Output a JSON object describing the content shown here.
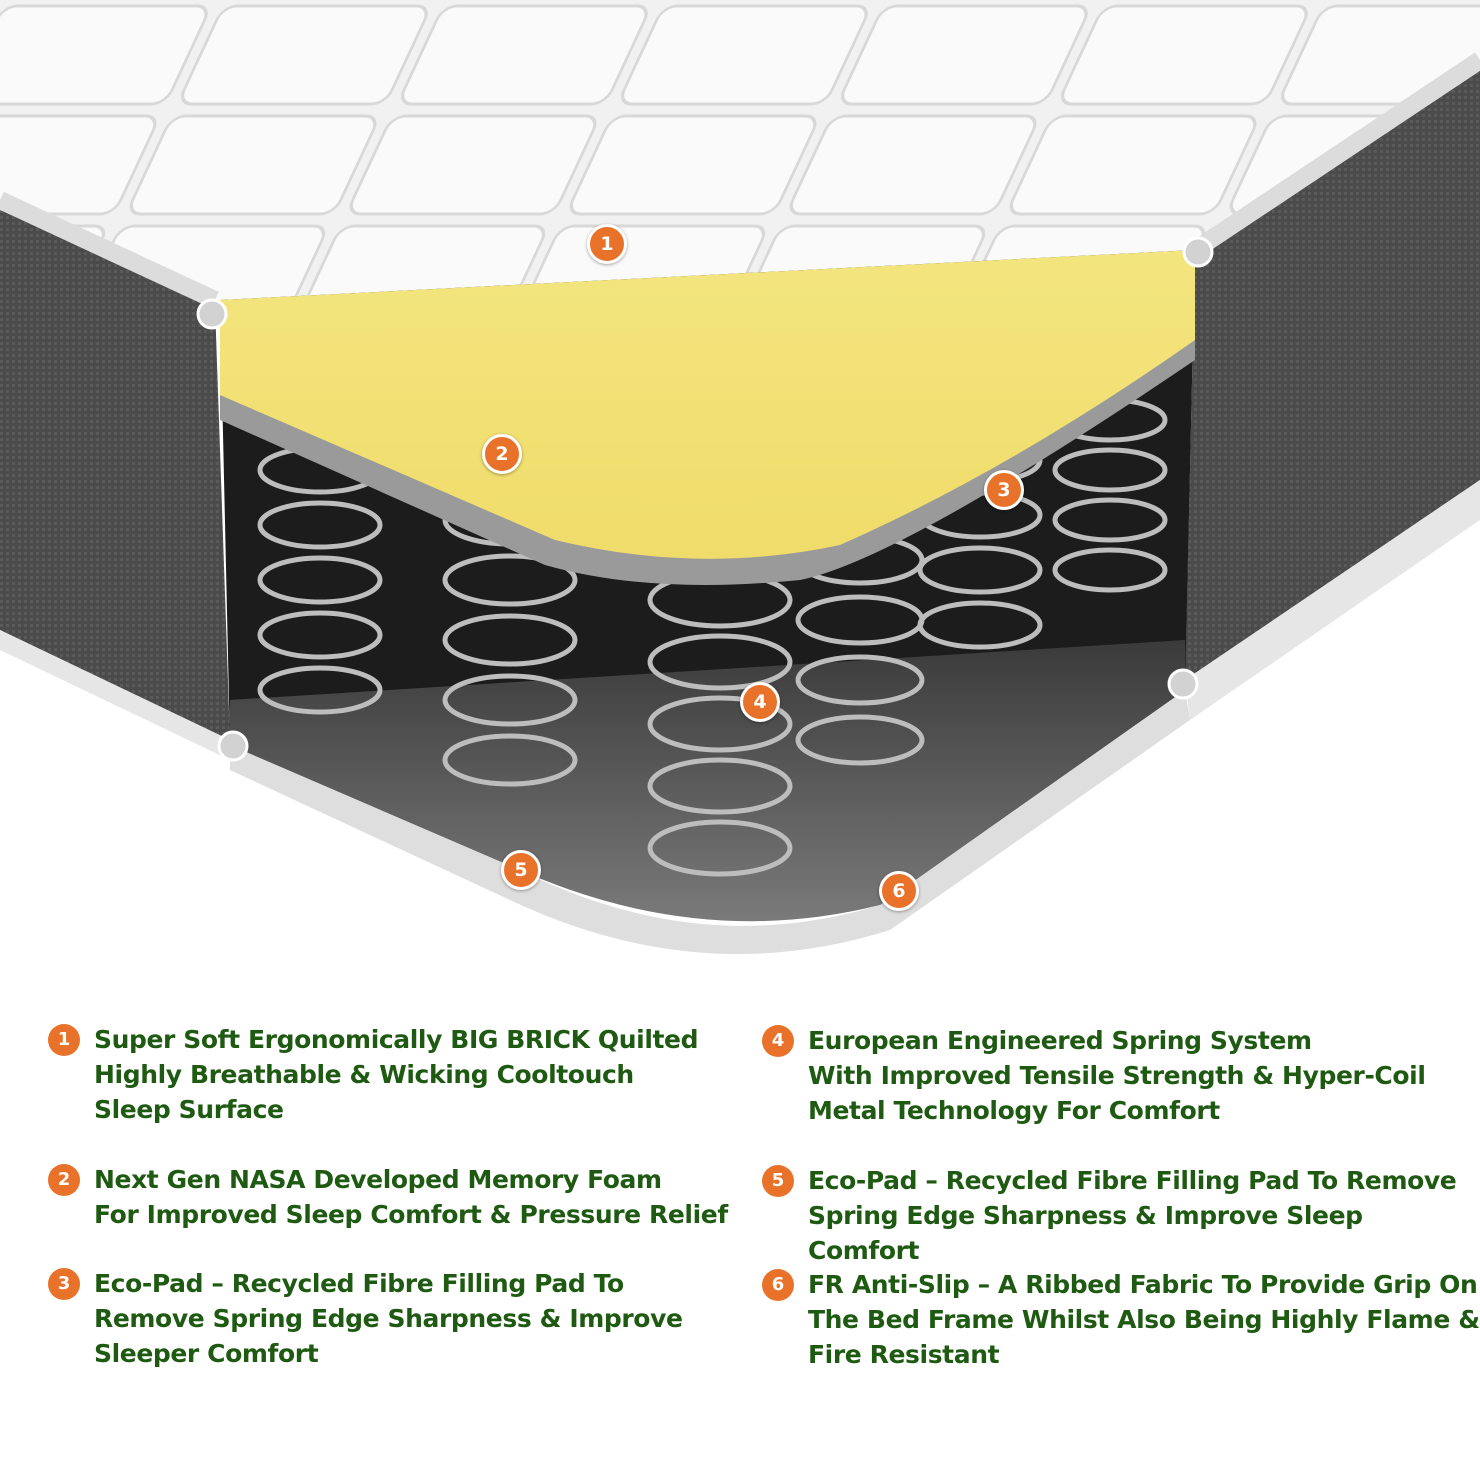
{
  "colors": {
    "badge": "#e9722a",
    "text": "#1f5a12",
    "memory_foam": "#f3e37a",
    "side_fabric": "#4a4a4a",
    "eco_pad": "#6f6f6f"
  },
  "markers": [
    "1",
    "2",
    "3",
    "4",
    "5",
    "6"
  ],
  "features": [
    {
      "num": "1",
      "lines": [
        "Super Soft Ergonomically BIG BRICK Quilted",
        "Highly Breathable & Wicking Cooltouch",
        "Sleep Surface"
      ]
    },
    {
      "num": "2",
      "lines": [
        "Next Gen NASA Developed Memory Foam",
        "For Improved Sleep Comfort & Pressure Relief"
      ]
    },
    {
      "num": "3",
      "lines": [
        "Eco-Pad – Recycled Fibre Filling Pad To",
        "Remove Spring Edge Sharpness & Improve",
        "Sleeper Comfort"
      ]
    },
    {
      "num": "4",
      "lines": [
        "European Engineered Spring System",
        "With Improved Tensile Strength & Hyper-Coil",
        "Metal Technology For Comfort"
      ]
    },
    {
      "num": "5",
      "lines": [
        "Eco-Pad – Recycled Fibre Filling Pad To Remove",
        "Spring Edge Sharpness & Improve Sleep Comfort"
      ]
    },
    {
      "num": "6",
      "lines": [
        "FR Anti-Slip – A Ribbed Fabric To Provide Grip On",
        "The Bed Frame Whilst Also Being Highly Flame &",
        "Fire Resistant"
      ]
    }
  ]
}
